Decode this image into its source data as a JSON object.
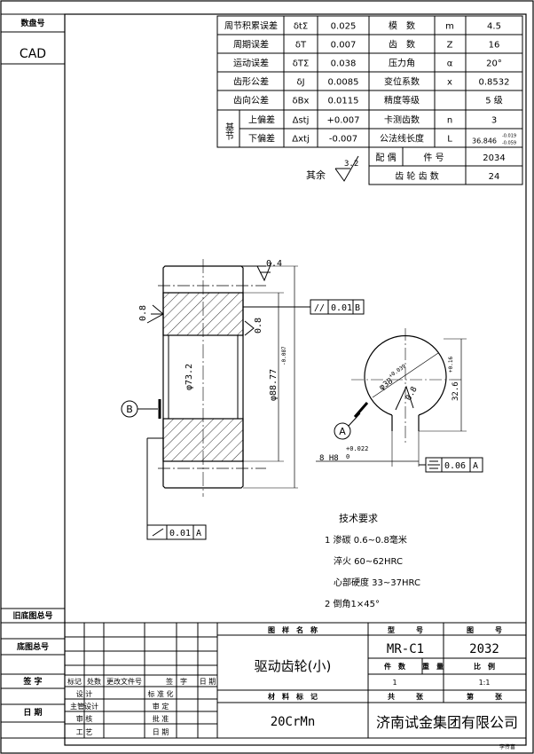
{
  "left_strip": {
    "archive_no_label": "数盘号",
    "cad": "CAD",
    "old_drawing_total_label": "旧底图总号",
    "base_drawing_total_label": "底图总号",
    "sign_label": "签 字",
    "date_label": "日 期"
  },
  "param_table": {
    "rows": [
      {
        "name": "周节积累误差",
        "sym": "δtΣ",
        "val": "0.025",
        "name2": "模　数",
        "sym2": "m",
        "val2": "4.5"
      },
      {
        "name": "周期误差",
        "sym": "δT",
        "val": "0.007",
        "name2": "齿　数",
        "sym2": "Z",
        "val2": "16"
      },
      {
        "name": "运动误差",
        "sym": "δTΣ",
        "val": "0.038",
        "name2": "压力角",
        "sym2": "α",
        "val2": "20°"
      },
      {
        "name": "齿形公差",
        "sym": "δJ",
        "val": "0.0085",
        "name2": "变位系数",
        "sym2": "x",
        "val2": "0.8532"
      },
      {
        "name": "齿向公差",
        "sym": "δBx",
        "val": "0.0115",
        "name2": "精度等级",
        "sym2": "",
        "val2": "5 级"
      },
      {
        "name": "上偏差",
        "sym": "Δstj",
        "val": "+0.007",
        "name2": "卡测齿数",
        "sym2": "n",
        "val2": "3"
      },
      {
        "name": "下偏差",
        "sym": "Δxtj",
        "val": "-0.007",
        "name2": "公法线长度",
        "sym2": "L",
        "val2": "36.846",
        "val2_sup": "-0.019",
        "val2_sub": "-0.059"
      }
    ],
    "base_pitch_label": "基节",
    "pair_label": "配 偶",
    "piece_no_label": "件 号",
    "piece_no": "2034",
    "gear_teeth_label": "齿 轮 齿 数",
    "gear_teeth": "24"
  },
  "surface_note": {
    "rest_label": "其余",
    "roughness": "3.2"
  },
  "drawing": {
    "rough_04": "0.4",
    "rough_08_a": "0.8",
    "rough_08_b": "0.8",
    "rough_08_c": "0.8",
    "parallel_tol": "0.01",
    "parallel_ref": "B",
    "datum_b": "B",
    "dia_bore": "φ73.2",
    "dia_outer": "φ88.77",
    "dia_outer_tol": "-0.087",
    "runout_tol": "0.01",
    "runout_ref": "A",
    "keyway_dim": "φ38",
    "keyway_tol": "+0.039",
    "key_depth": "32.6",
    "key_depth_tol": "+0.16",
    "datum_a": "A",
    "key_width": "8 H8",
    "key_width_tol": "+0.022",
    "key_width_tol_lo": "0",
    "sym_tol": "0.06",
    "sym_ref": "A"
  },
  "tech_req": {
    "title": "技术要求",
    "lines": [
      "1 渗碳 0.6~0.8毫米",
      "淬火 60~62HRC",
      "心部硬度 33~37HRC",
      "2 倒角1×45°"
    ]
  },
  "title_block": {
    "tuyang_mingcheng": "图　样　名　称",
    "xinghao_label": "型　　　号",
    "tuhao_label": "图　　　号",
    "part_name": "驱动齿轮(小)",
    "model": "MR-C1",
    "drawing_no": "2032",
    "jianshu_label": "件　数",
    "zhongliang_label": "重　量",
    "bili_label": "比　例",
    "qty": "1",
    "scale": "1:1",
    "cailiao_label": "材　料　标　记",
    "gong_label": "共　　　张",
    "di_label": "第　　　张",
    "material": "20CrMn",
    "company": "济南试金集团有限公司",
    "rev_headers": [
      "标记",
      "处数",
      "更改文件号",
      "签　字",
      "日 期"
    ],
    "roles_left": [
      "设 计",
      "主管设计",
      "审 核",
      "工 艺"
    ],
    "roles_right": [
      "标 准 化",
      "审 定",
      "批 准",
      "日 期"
    ],
    "footer_mark": "李传富"
  }
}
